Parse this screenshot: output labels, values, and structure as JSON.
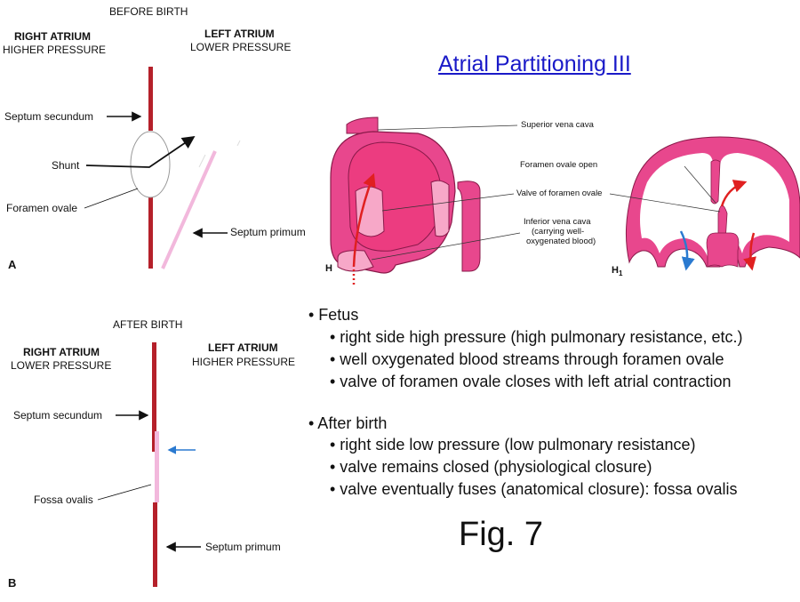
{
  "panelA": {
    "header": "BEFORE BIRTH",
    "right_atrium": "RIGHT ATRIUM",
    "right_pressure": "HIGHER PRESSURE",
    "left_atrium": "LEFT ATRIUM",
    "left_pressure": "LOWER PRESSURE",
    "septum_secundum": "Septum secundum",
    "shunt": "Shunt",
    "foramen_ovale": "Foramen ovale",
    "septum_primum": "Septum primum",
    "label": "A"
  },
  "panelB": {
    "header": "AFTER BIRTH",
    "right_atrium": "RIGHT ATRIUM",
    "right_pressure": "LOWER PRESSURE",
    "left_atrium": "LEFT ATRIUM",
    "left_pressure": "HIGHER PRESSURE",
    "septum_secundum": "Septum secundum",
    "fossa_ovalis": "Fossa ovalis",
    "septum_primum": "Septum primum",
    "label": "B"
  },
  "title": "Atrial Partitioning III",
  "heartH": {
    "svc": "Superior vena cava",
    "valve": "Valve of foramen ovale",
    "ivc_1": "Inferior vena cava",
    "ivc_2": "(carrying well-",
    "ivc_3": "oxygenated blood)",
    "label": "H"
  },
  "heartH1": {
    "fo_open": "Foramen ovale open",
    "label": "H",
    "sub": "1"
  },
  "bullets": {
    "fetus": "• Fetus",
    "fetus_items": [
      "• right side high pressure (high pulmonary resistance, etc.)",
      "• well oxygenated blood streams through foramen ovale",
      "• valve of foramen ovale closes with left atrial contraction"
    ],
    "after": "• After birth",
    "after_items": [
      "• right side low pressure (low pulmonary resistance)",
      "• valve remains closed (physiological closure)",
      "• valve eventually fuses (anatomical closure): fossa ovalis"
    ]
  },
  "figure": "Fig. 7",
  "colors": {
    "septum_dark": "#b5202a",
    "septum_light": "#f2b8dc",
    "heart_pink": "#e8478d",
    "heart_light": "#f7a8c8",
    "arrow_red": "#e02020",
    "arrow_blue": "#2a7ad0",
    "title_blue": "#1a1ac8"
  }
}
